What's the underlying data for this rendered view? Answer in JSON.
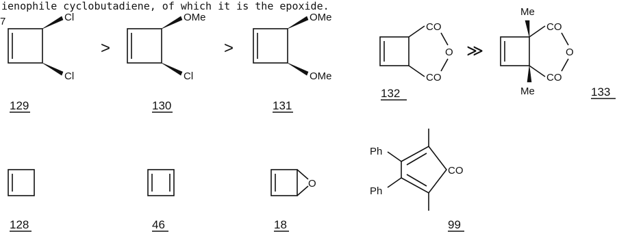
{
  "header": {
    "text": "ienophile cyclobutadiene, of which it is the epoxide."
  },
  "margin_mark": "7",
  "operators": {
    "gt": ">",
    "much_gt": "≫"
  },
  "compounds": {
    "c129": {
      "number": "129",
      "sub1": "Cl",
      "sub2": "Cl"
    },
    "c130": {
      "number": "130",
      "sub1": "OMe",
      "sub2": "Cl"
    },
    "c131": {
      "number": "131",
      "sub1": "OMe",
      "sub2": "OMe"
    },
    "c132": {
      "number": "132",
      "co1": "CO",
      "o": "O",
      "co2": "CO"
    },
    "c133": {
      "number": "133",
      "me1": "Me",
      "me2": "Me",
      "co1": "CO",
      "o": "O",
      "co2": "CO"
    },
    "c128": {
      "number": "128"
    },
    "c46": {
      "number": "46"
    },
    "c18": {
      "number": "18",
      "o": "O"
    },
    "c99": {
      "number": "99",
      "ph1": "Ph",
      "ph2": "Ph",
      "co": "CO"
    }
  }
}
